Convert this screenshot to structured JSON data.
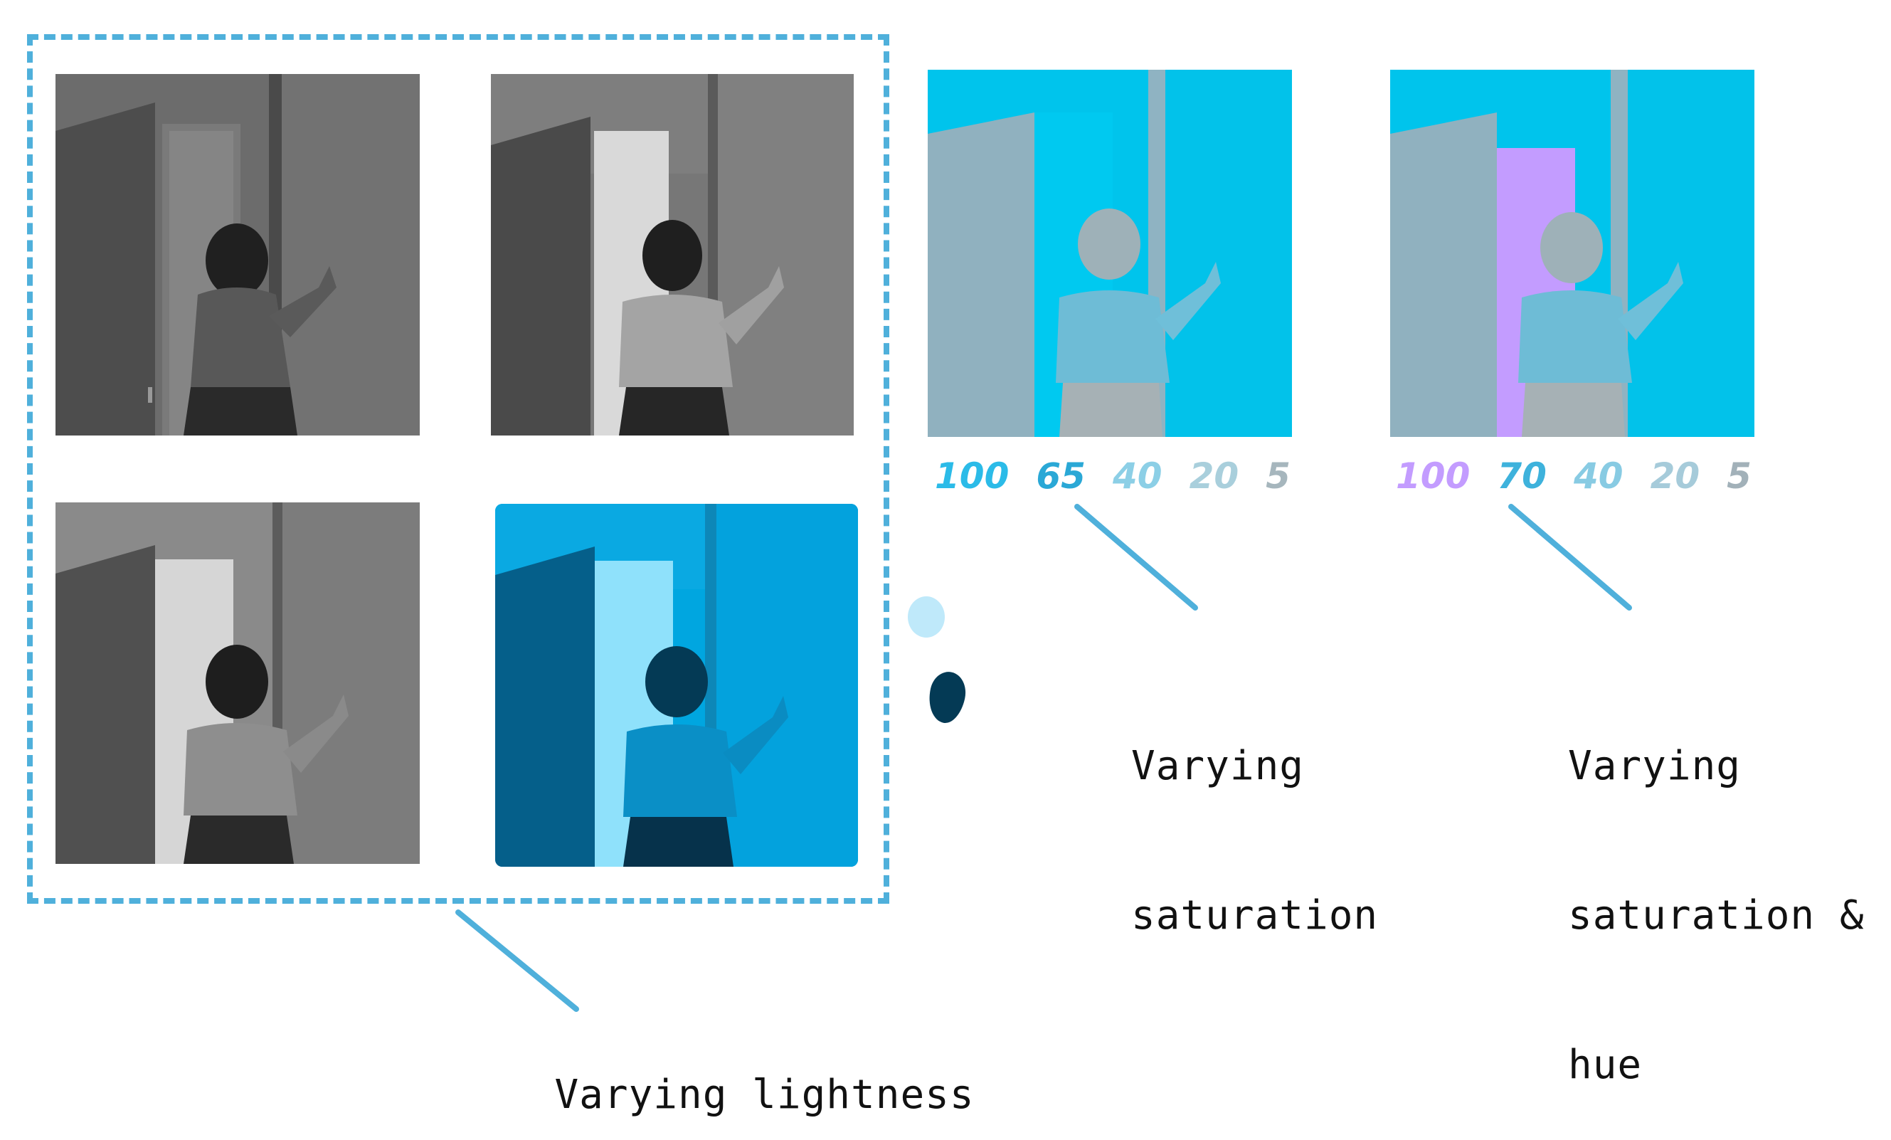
{
  "colors": {
    "accent": "#4fb0db",
    "cyan": "#00c4ec",
    "light_cyan": "#bfe9fa",
    "dark_blue": "#043a55",
    "purple": "#c39cff"
  },
  "panels": [
    {
      "name": "photo-original"
    },
    {
      "name": "grayscale-painted"
    },
    {
      "name": "grayscale-simplified"
    },
    {
      "name": "blue-lightness"
    },
    {
      "name": "cyan-saturation"
    },
    {
      "name": "cyan-saturation-hue"
    }
  ],
  "saturation_scale": {
    "values": [
      "100",
      "65",
      "40",
      "20",
      "5"
    ],
    "colors": [
      "#2bbbe8",
      "#2aa8d6",
      "#8ccfe6",
      "#a9cfdc",
      "#a6b6bd"
    ]
  },
  "hue_scale": {
    "values": [
      "100",
      "70",
      "40",
      "20",
      "5"
    ],
    "colors": [
      "#c39cff",
      "#3eb2dc",
      "#88cbe3",
      "#a6cbda",
      "#a2b1b9"
    ]
  },
  "swatches": [
    {
      "name": "light-cyan-swatch",
      "color": "#bfe9fa"
    },
    {
      "name": "dark-blue-swatch",
      "color": "#043a55"
    }
  ],
  "captions": {
    "lightness": "Varying lightness",
    "saturation_line1": "Varying",
    "saturation_line2": "saturation",
    "hue_line1": "Varying",
    "hue_line2": "saturation &",
    "hue_line3": "hue"
  }
}
